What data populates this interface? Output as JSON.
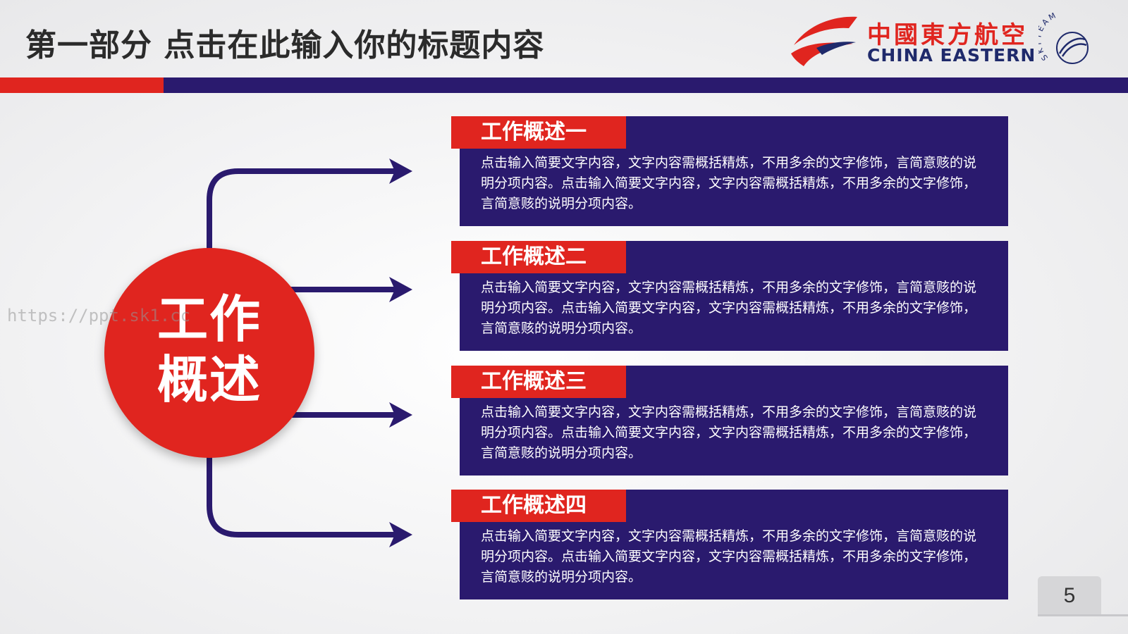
{
  "header": {
    "title": "第一部分   点击在此输入你的标题内容"
  },
  "logo": {
    "cn": "中國東方航空",
    "en": "CHINA EASTERN",
    "skyteam_text": "SKYTEAM",
    "icon": "china-eastern-swallow-logo",
    "colors": {
      "red": "#e0251f",
      "navy": "#1f2a6b"
    }
  },
  "hub": {
    "label": "工作\n概述",
    "color": "#e0251f"
  },
  "watermark": "https://ppt.sk1.cc",
  "cards": [
    {
      "title": "工作概述一",
      "body": "点击输入简要文字内容，文字内容需概括精炼，不用多余的文字修饰，言简意赅的说明分项内容。点击输入简要文字内容，文字内容需概括精炼，不用多余的文字修饰，言简意赅的说明分项内容。"
    },
    {
      "title": "工作概述二",
      "body": "点击输入简要文字内容，文字内容需概括精炼，不用多余的文字修饰，言简意赅的说明分项内容。点击输入简要文字内容，文字内容需概括精炼，不用多余的文字修饰，言简意赅的说明分项内容。"
    },
    {
      "title": "工作概述三",
      "body": "点击输入简要文字内容，文字内容需概括精炼，不用多余的文字修饰，言简意赅的说明分项内容。点击输入简要文字内容，文字内容需概括精炼，不用多余的文字修饰，言简意赅的说明分项内容。"
    },
    {
      "title": "工作概述四",
      "body": "点击输入简要文字内容，文字内容需概括精炼，不用多余的文字修饰，言简意赅的说明分项内容。点击输入简要文字内容，文字内容需概括精炼，不用多余的文字修饰，言简意赅的说明分项内容。"
    }
  ],
  "colors": {
    "accent_red": "#e0251f",
    "navy": "#2a1a6e"
  },
  "page_number": "5"
}
